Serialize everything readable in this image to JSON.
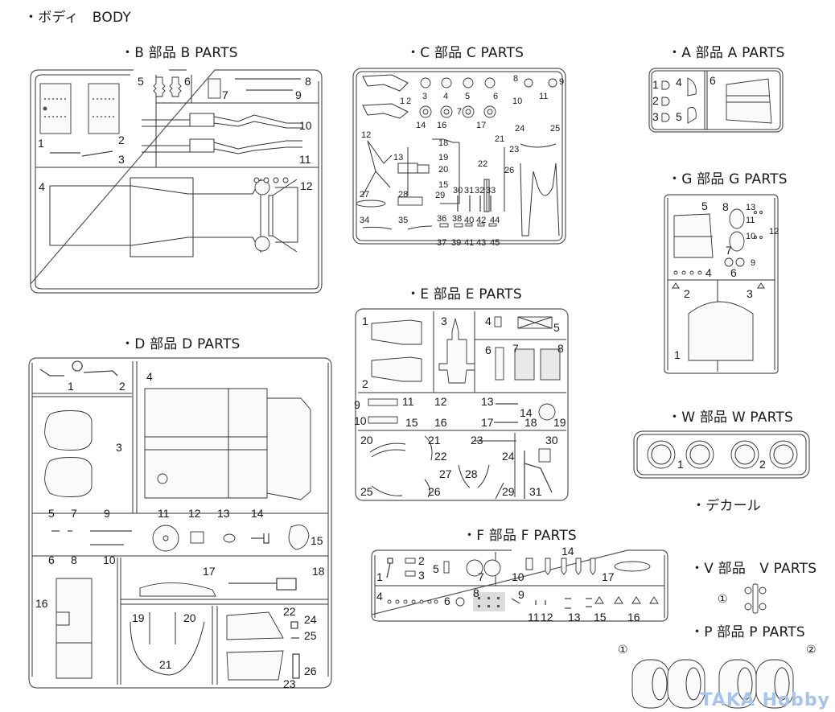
{
  "page_title": "・ボディ　BODY",
  "watermark": "TAKA Hobby",
  "sections": {
    "B": {
      "heading": "・B 部品 B PARTS",
      "labels": [
        "1",
        "2",
        "3",
        "4",
        "5",
        "6",
        "7",
        "8",
        "9",
        "10",
        "11",
        "12"
      ]
    },
    "C": {
      "heading": "・C 部品 C PARTS",
      "labels": [
        "1",
        "2",
        "3",
        "4",
        "5",
        "6",
        "7",
        "8",
        "9",
        "10",
        "11",
        "12",
        "13",
        "14",
        "15",
        "16",
        "17",
        "18",
        "19",
        "20",
        "21",
        "22",
        "23",
        "24",
        "25",
        "26",
        "27",
        "28",
        "29",
        "30",
        "31",
        "32",
        "33",
        "34",
        "35",
        "36",
        "37",
        "38",
        "39",
        "40",
        "41",
        "42",
        "43",
        "44",
        "45"
      ]
    },
    "A": {
      "heading": "・A 部品 A PARTS",
      "labels": [
        "1",
        "2",
        "3",
        "4",
        "5",
        "6"
      ]
    },
    "G": {
      "heading": "・G 部品 G PARTS",
      "labels": [
        "1",
        "2",
        "3",
        "4",
        "5",
        "6",
        "7",
        "8",
        "9",
        "10",
        "11",
        "12",
        "13"
      ]
    },
    "D": {
      "heading": "・D 部品 D PARTS",
      "labels": [
        "1",
        "2",
        "3",
        "4",
        "5",
        "6",
        "7",
        "8",
        "9",
        "10",
        "11",
        "12",
        "13",
        "14",
        "15",
        "16",
        "17",
        "18",
        "19",
        "20",
        "21",
        "22",
        "23",
        "24",
        "25",
        "26"
      ]
    },
    "E": {
      "heading": "・E 部品 E PARTS",
      "labels": [
        "1",
        "2",
        "3",
        "4",
        "5",
        "6",
        "7",
        "8",
        "9",
        "10",
        "11",
        "12",
        "13",
        "14",
        "15",
        "16",
        "17",
        "18",
        "19",
        "20",
        "21",
        "22",
        "23",
        "24",
        "25",
        "26",
        "27",
        "28",
        "29",
        "30",
        "31"
      ]
    },
    "F": {
      "heading": "・F 部品 F PARTS",
      "labels": [
        "1",
        "2",
        "3",
        "4",
        "5",
        "6",
        "7",
        "8",
        "9",
        "10",
        "11",
        "12",
        "13",
        "14",
        "15",
        "16",
        "17"
      ]
    },
    "W": {
      "heading": "・W 部品 W PARTS",
      "labels": [
        "1",
        "2"
      ]
    },
    "decal": {
      "heading": "・デカール"
    },
    "V": {
      "heading": "・V 部品　V PARTS",
      "labels": [
        "①"
      ]
    },
    "P": {
      "heading": "・P 部品 P PARTS",
      "labels": [
        "①",
        "②"
      ]
    }
  }
}
